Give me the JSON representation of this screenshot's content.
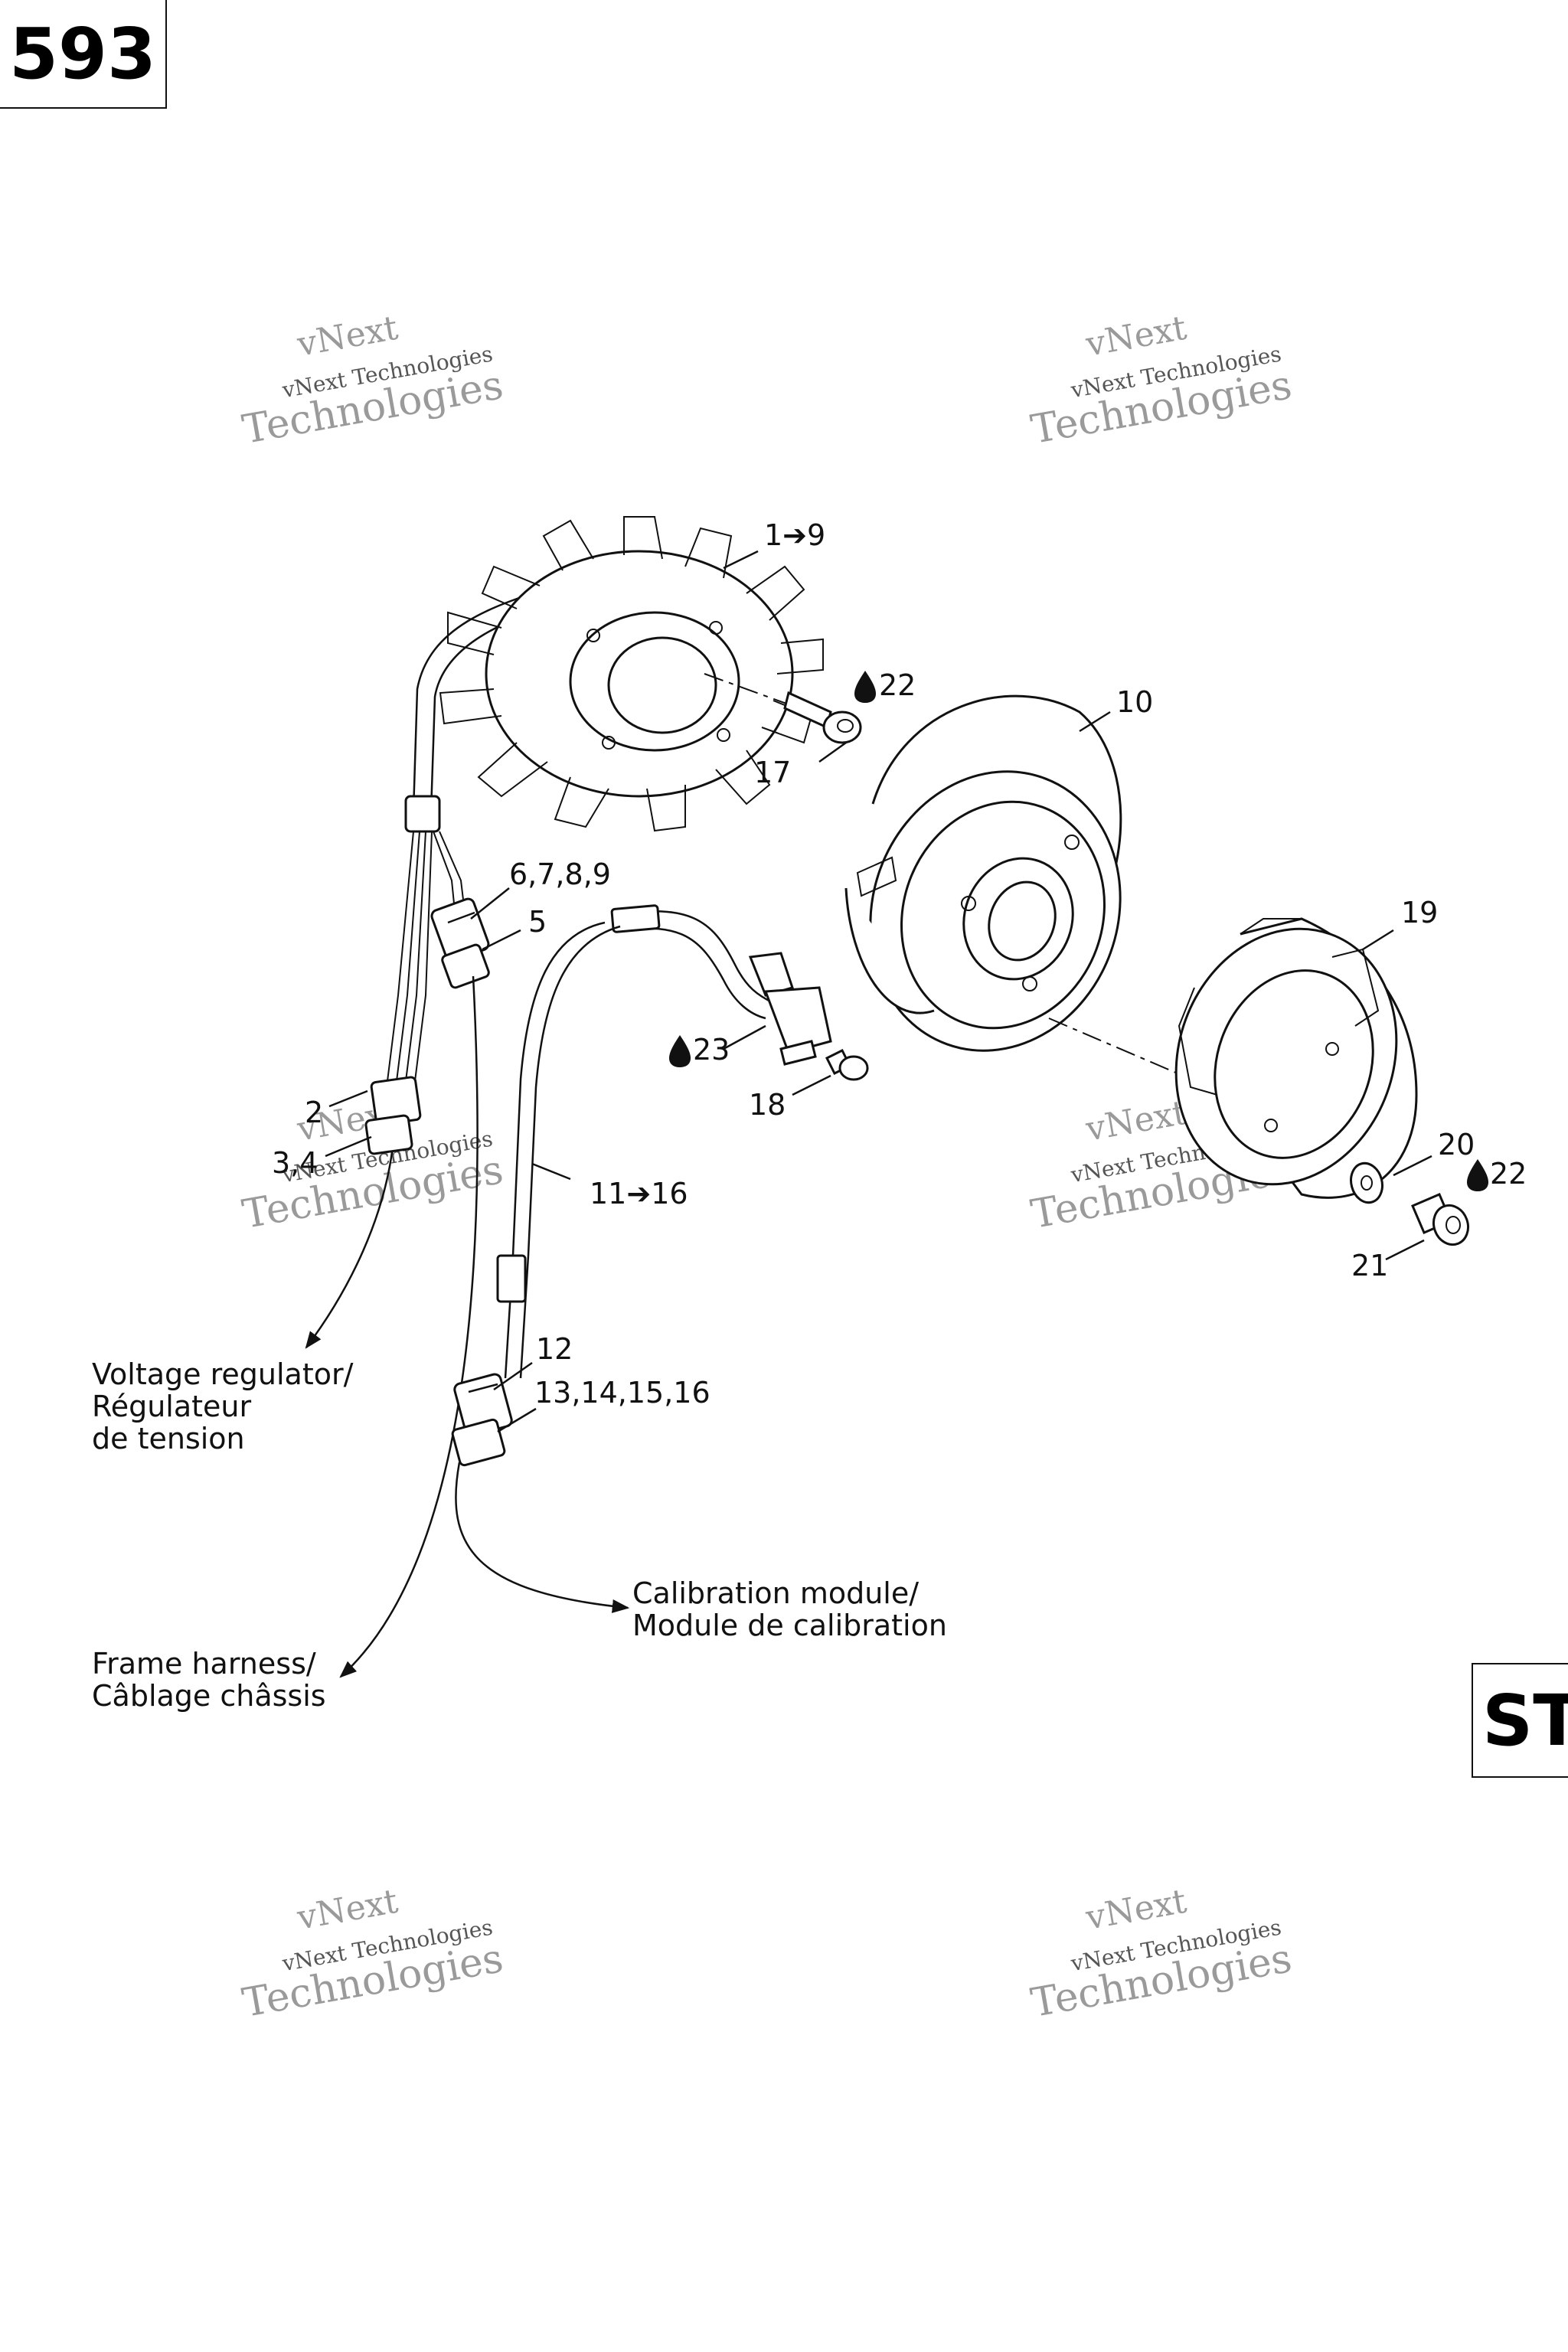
{
  "page": {
    "number": "593",
    "section_tab": "ST"
  },
  "watermark": {
    "line1": "vNext",
    "line2": "vNext Technologies",
    "line3": "Technologies"
  },
  "callouts": {
    "stator": "1➔9",
    "stator_screw_loctite": "22",
    "stator_screw": "17",
    "rotor": "10",
    "connector_kit_a": "6,7,8,9",
    "connector_a": "5",
    "trigger_coil_ring": "19",
    "trigger_loctite": "23",
    "trigger_screw": "18",
    "connector_b": "2",
    "connector_b_kit": "3,4",
    "trigger_harness": "11➔16",
    "washer": "20",
    "bolt_loctite": "22",
    "bolt": "21",
    "connector_c": "12",
    "connector_c_kit": "13,14,15,16"
  },
  "destinations": {
    "voltage_regulator": [
      "Voltage regulator/",
      "Régulateur",
      "de tension"
    ],
    "calibration_module": [
      "Calibration module/",
      "Module de calibration"
    ],
    "frame_harness": [
      "Frame harness/",
      "Câblage châssis"
    ]
  }
}
